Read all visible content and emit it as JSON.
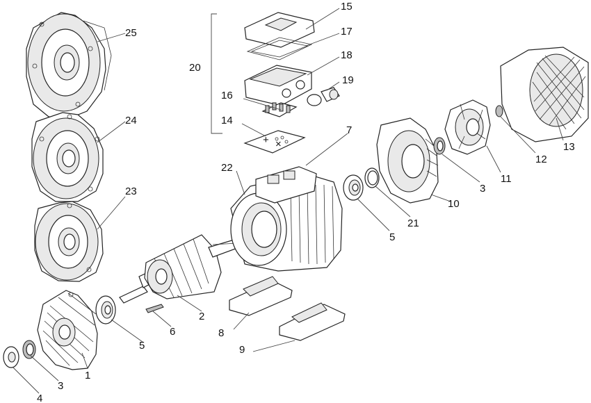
{
  "labels": {
    "l1": "1",
    "l2": "2",
    "l3a": "3",
    "l3b": "3",
    "l4": "4",
    "l5a": "5",
    "l5b": "5",
    "l6": "6",
    "l7": "7",
    "l8": "8",
    "l9": "9",
    "l10": "10",
    "l11": "11",
    "l12": "12",
    "l13": "13",
    "l14": "14",
    "l15": "15",
    "l16": "16",
    "l17": "17",
    "l18": "18",
    "l19": "19",
    "l20": "20",
    "l21": "21",
    "l22": "22",
    "l23": "23",
    "l24": "24",
    "l25": "25"
  },
  "terminal_board_marks": [
    "+",
    "×"
  ]
}
